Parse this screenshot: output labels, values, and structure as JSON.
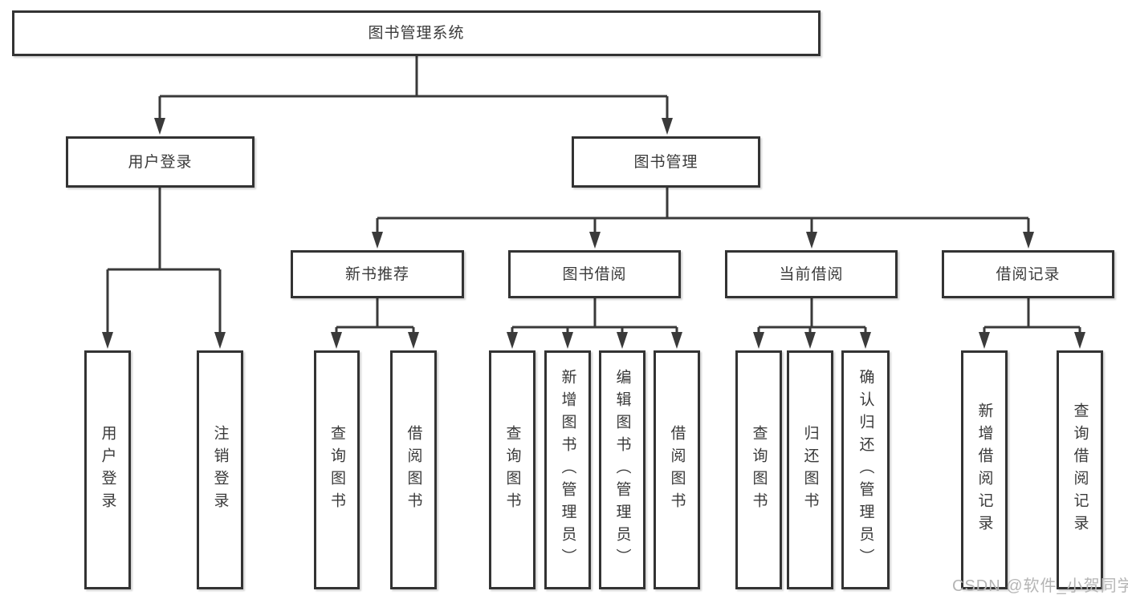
{
  "diagram": {
    "type": "hierarchy-tree",
    "nodes": {
      "root": {
        "label": "图书管理系统"
      },
      "user_login": {
        "label": "用户登录"
      },
      "book_mgmt": {
        "label": "图书管理"
      },
      "new_book_rec": {
        "label": "新书推荐"
      },
      "book_borrow": {
        "label": "图书借阅"
      },
      "current_borrow": {
        "label": "当前借阅"
      },
      "borrow_record": {
        "label": "借阅记录"
      },
      "leaf_user_login": {
        "label": "用户登录"
      },
      "leaf_logout": {
        "label": "注销登录"
      },
      "leaf_rec_query": {
        "label": "查询图书"
      },
      "leaf_rec_borrow": {
        "label": "借阅图书"
      },
      "leaf_bb_query": {
        "label": "查询图书"
      },
      "leaf_bb_add": {
        "label": "新增图书（管理员）"
      },
      "leaf_bb_edit": {
        "label": "编辑图书（管理员）"
      },
      "leaf_bb_borrow": {
        "label": "借阅图书"
      },
      "leaf_cb_query": {
        "label": "查询图书"
      },
      "leaf_cb_return": {
        "label": "归还图书"
      },
      "leaf_cb_confirm": {
        "label": "确认归还（管理员）"
      },
      "leaf_br_add": {
        "label": "新增借阅记录"
      },
      "leaf_br_query": {
        "label": "查询借阅记录"
      }
    },
    "edges": [
      [
        "root",
        "user_login"
      ],
      [
        "root",
        "book_mgmt"
      ],
      [
        "user_login",
        "leaf_user_login"
      ],
      [
        "user_login",
        "leaf_logout"
      ],
      [
        "book_mgmt",
        "new_book_rec"
      ],
      [
        "book_mgmt",
        "book_borrow"
      ],
      [
        "book_mgmt",
        "current_borrow"
      ],
      [
        "book_mgmt",
        "borrow_record"
      ],
      [
        "new_book_rec",
        "leaf_rec_query"
      ],
      [
        "new_book_rec",
        "leaf_rec_borrow"
      ],
      [
        "book_borrow",
        "leaf_bb_query"
      ],
      [
        "book_borrow",
        "leaf_bb_add"
      ],
      [
        "book_borrow",
        "leaf_bb_edit"
      ],
      [
        "book_borrow",
        "leaf_bb_borrow"
      ],
      [
        "current_borrow",
        "leaf_cb_query"
      ],
      [
        "current_borrow",
        "leaf_cb_return"
      ],
      [
        "current_borrow",
        "leaf_cb_confirm"
      ],
      [
        "borrow_record",
        "leaf_br_add"
      ],
      [
        "borrow_record",
        "leaf_br_query"
      ]
    ],
    "colors": {
      "line": "#3a3a3a",
      "box_border": "#333333",
      "box_fill": "#ffffff",
      "text": "#3a3a3a",
      "watermark": "#b5b5b5"
    }
  },
  "watermark": {
    "text": "CSDN @软件_小贺同学"
  }
}
